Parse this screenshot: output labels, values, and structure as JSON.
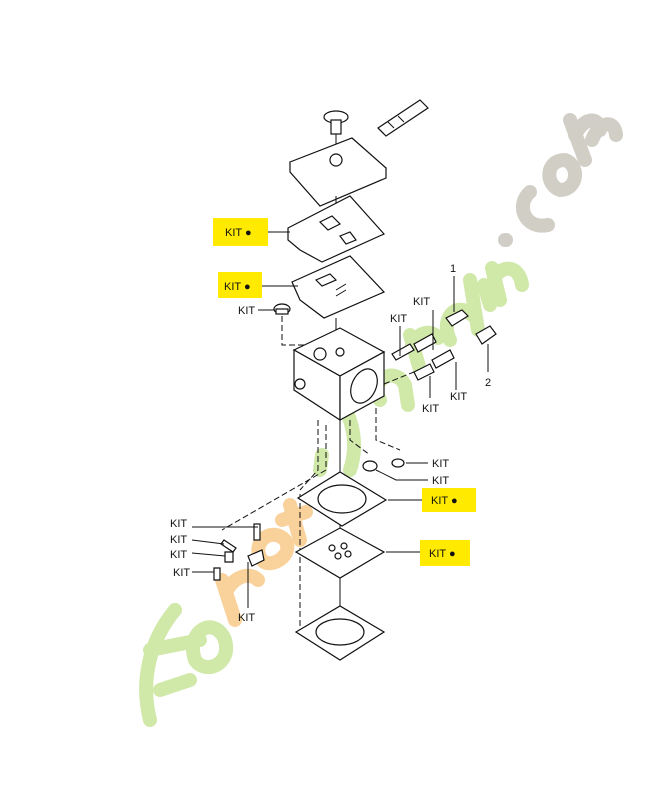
{
  "diagram": {
    "kit_label": "KIT",
    "highlighted_kit_label": "KIT ●",
    "callouts": {
      "upper_gasket": "KIT ●",
      "metering_gasket_top": "KIT ●",
      "inlet_screen_cap": "KIT",
      "needle_h_upper": "KIT",
      "needle_l_upper": "KIT",
      "ref_1": "1",
      "ref_2": "2",
      "needle_spring_lower": "KIT",
      "needle_lower": "KIT",
      "welch_plug_small": "KIT",
      "welch_plug_large": "KIT",
      "pump_gasket": "KIT ●",
      "pump_diaphragm": "KIT ●",
      "left_1": "KIT",
      "left_2": "KIT",
      "left_3": "KIT",
      "left_4": "KIT",
      "lever_bottom": "KIT"
    },
    "highlight_color": "#ffea00",
    "watermark": {
      "text": "Forêt'Jardin.com",
      "colors": [
        "#c8e59a",
        "#f9c98a",
        "#c9c6bd"
      ]
    }
  }
}
